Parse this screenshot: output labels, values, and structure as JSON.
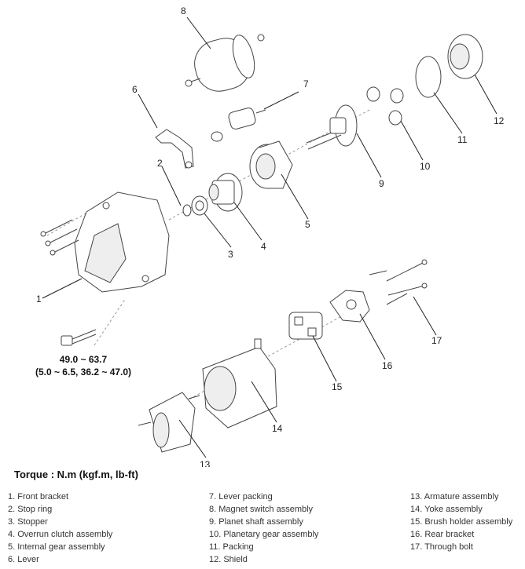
{
  "callouts": {
    "c1": "1",
    "c2": "2",
    "c3": "3",
    "c4": "4",
    "c5": "5",
    "c6": "6",
    "c7": "7",
    "c8": "8",
    "c9": "9",
    "c10": "10",
    "c11": "11",
    "c12": "12",
    "c13": "13",
    "c14": "14",
    "c15": "15",
    "c16": "16",
    "c17": "17"
  },
  "torque_spec": {
    "line1": "49.0 ~ 63.7",
    "line2": "(5.0 ~ 6.5, 36.2 ~ 47.0)"
  },
  "torque_title": "Torque : N.m (kgf.m, lb-ft)",
  "legend": {
    "col1": [
      "1. Front bracket",
      "2. Stop ring",
      "3. Stopper",
      "4. Overrun clutch assembly",
      "5. Internal gear assembly",
      "6. Lever"
    ],
    "col2": [
      "7. Lever packing",
      "8. Magnet switch assembly",
      "9. Planet shaft assembly",
      "10. Planetary gear assembly",
      "11. Packing",
      "12. Shield"
    ],
    "col3": [
      "13. Armature assembly",
      "14. Yoke assembly",
      "15. Brush holder assembly",
      "16. Rear bracket",
      "17. Through bolt"
    ]
  }
}
